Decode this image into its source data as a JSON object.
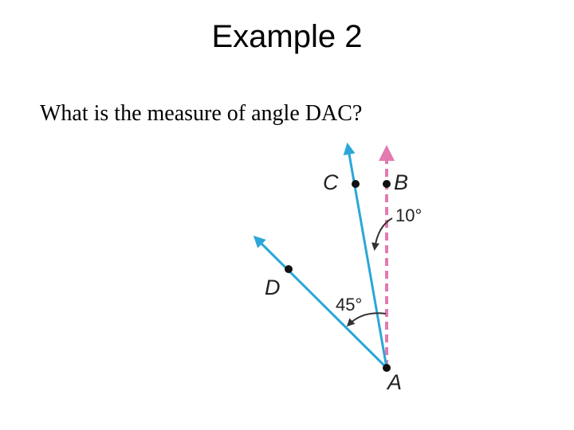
{
  "slide": {
    "title": "Example 2",
    "question": "What is the measure of angle DAC?"
  },
  "diagram": {
    "points": {
      "A": "A",
      "B": "B",
      "C": "C",
      "D": "D"
    },
    "angles": {
      "BAC": "10°",
      "DAB": "45°"
    },
    "colors": {
      "ray": "#2aa7d8",
      "dashed_ray": "#e47ab0",
      "point": "#111111",
      "arc": "#333333"
    }
  }
}
